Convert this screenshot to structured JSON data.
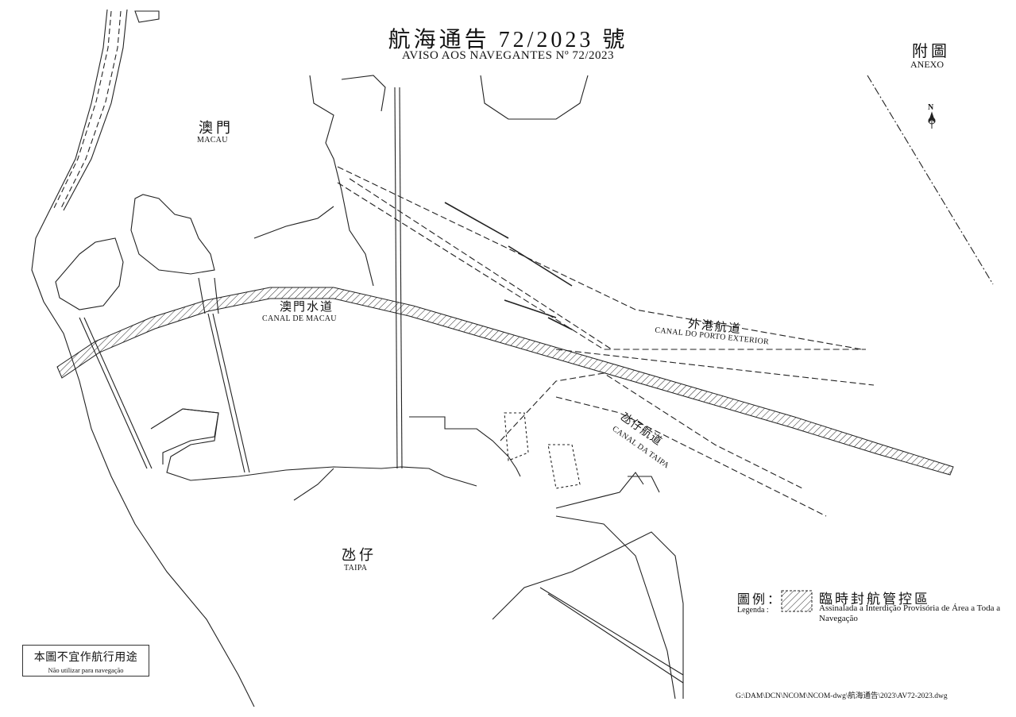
{
  "title": {
    "zh": "航海通告 72/2023 號",
    "pt": "AVISO AOS NAVEGANTES Nº 72/2023"
  },
  "annex": {
    "zh": "附圖",
    "pt": "ANEXO"
  },
  "north_arrow": {
    "label": "N"
  },
  "places": {
    "macau": {
      "zh": "澳門",
      "pt": "MACAU"
    },
    "taipa": {
      "zh": "氹仔",
      "pt": "TAIPA"
    }
  },
  "channels": {
    "macau": {
      "zh": "澳門水道",
      "pt": "CANAL DE MACAU"
    },
    "outer_harbour": {
      "zh": "外港航道",
      "pt": "CANAL DO PORTO EXTERIOR"
    },
    "taipa": {
      "zh": "氹仔航道",
      "pt": "CANAL DA TAIPA"
    }
  },
  "legend": {
    "key_zh": "圖例：",
    "key_pt": "Legenda :",
    "item_zh": "臨時封航管控區",
    "item_pt": "Assinalada a Interdição Provisória de Área a Toda a Navegação"
  },
  "disclaimer": {
    "zh": "本圖不宜作航行用途",
    "pt": "Não utilizar para navegação"
  },
  "file_path": "G:\\DAM\\DCN\\NCOM\\NCOM-dwg\\航海通告\\2023\\AV72-2023.dwg",
  "colors": {
    "ink": "#1a1a1a",
    "background": "#ffffff"
  }
}
